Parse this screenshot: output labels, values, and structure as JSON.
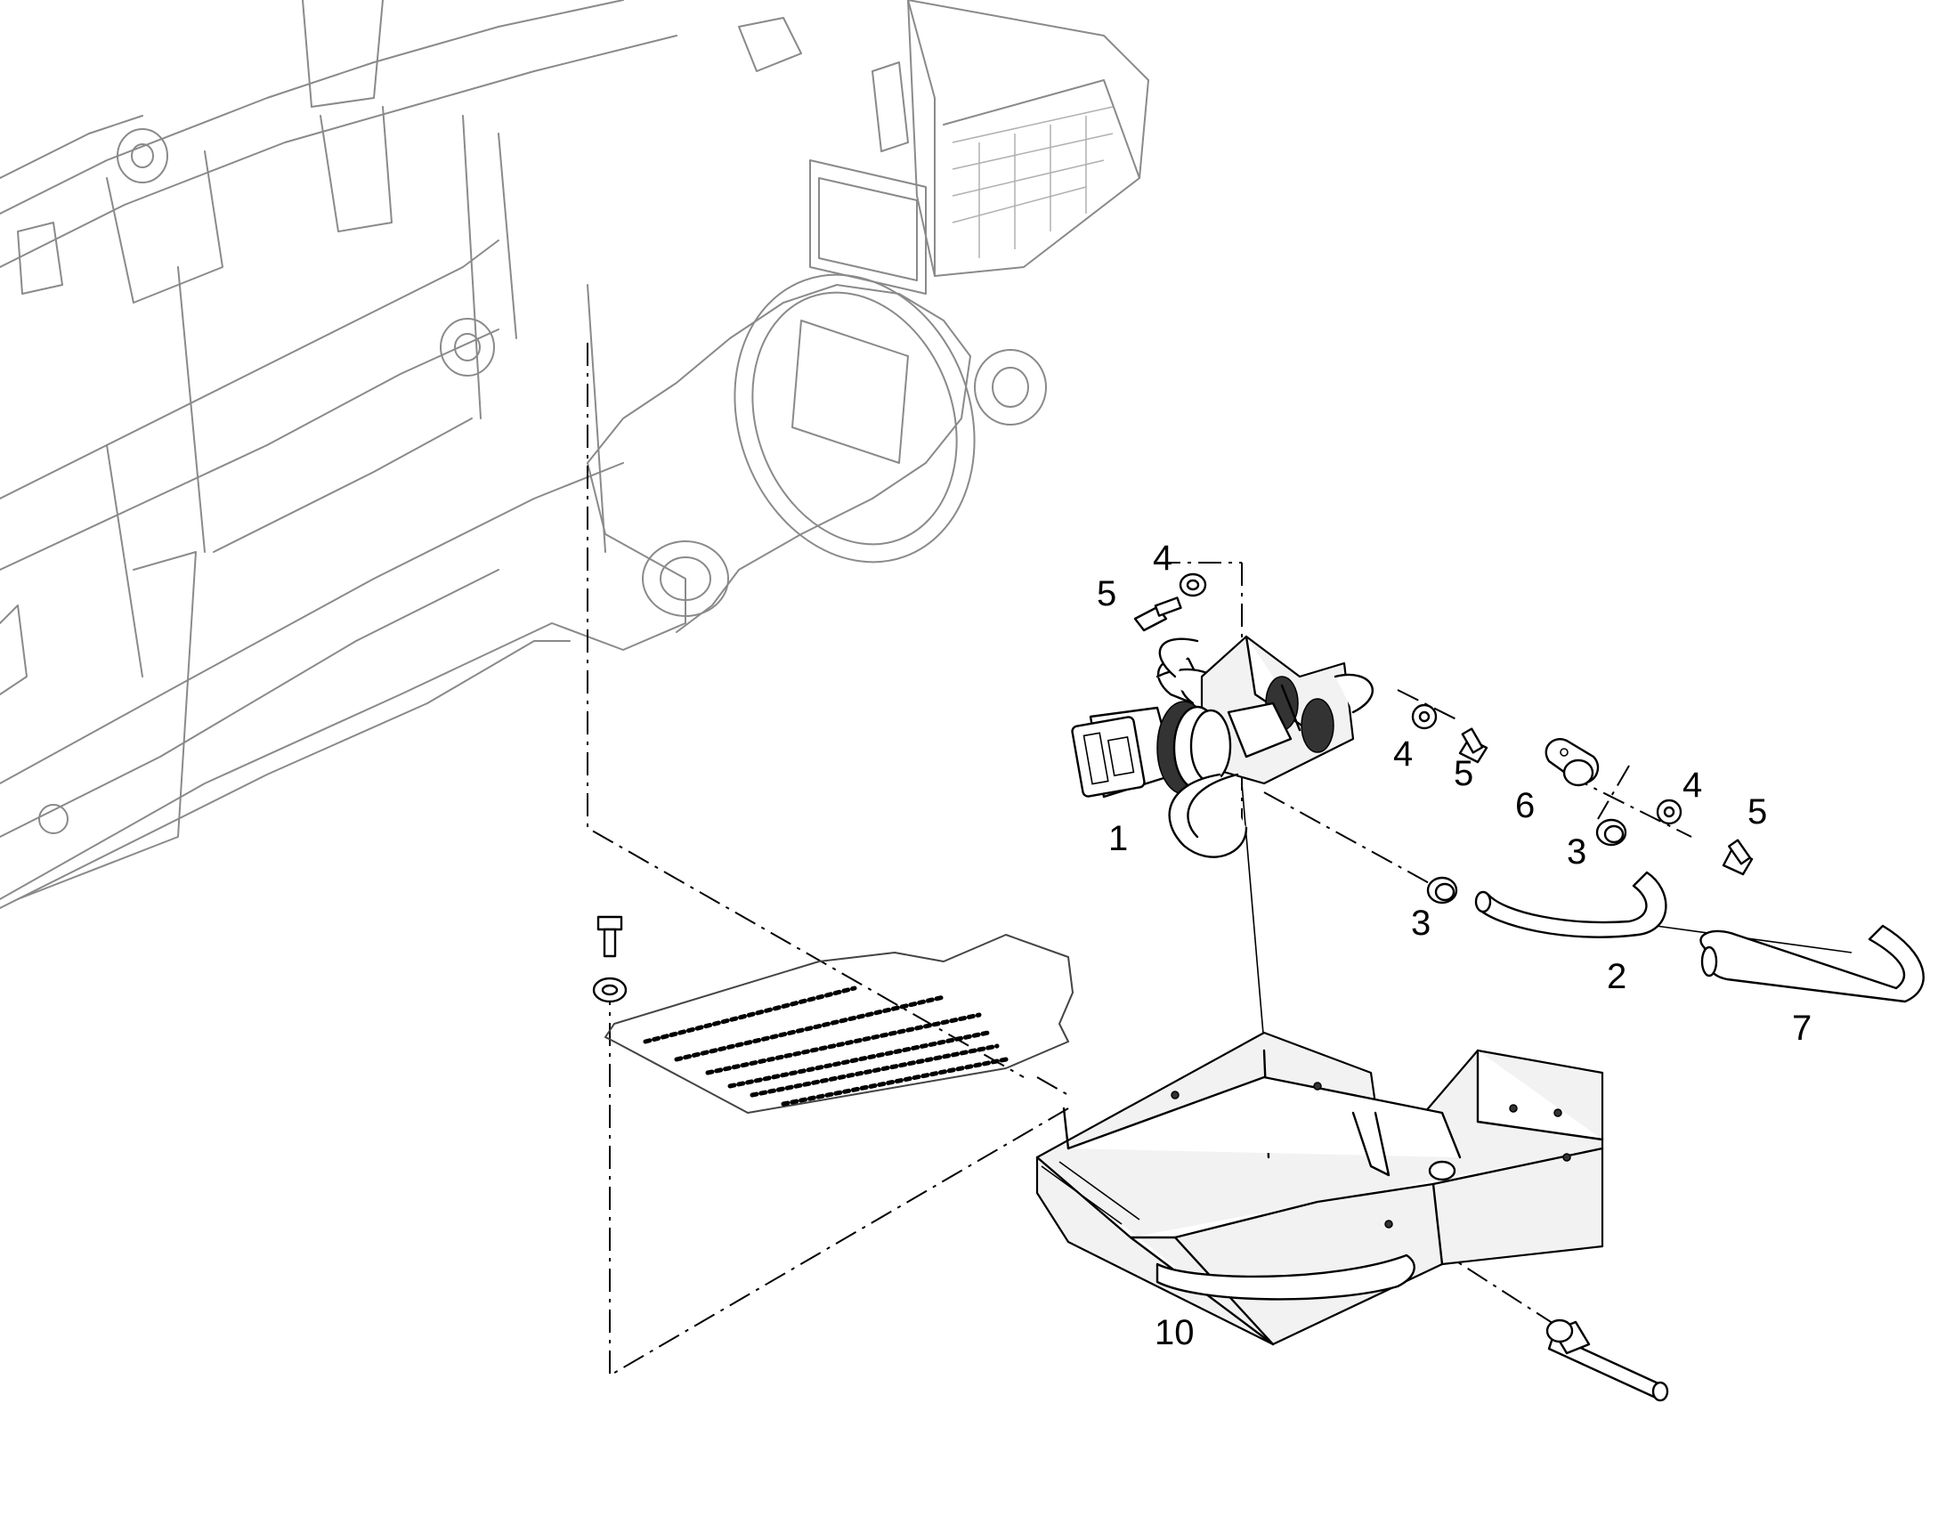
{
  "callouts": {
    "c1": "1",
    "c2": "2",
    "c3a": "3",
    "c3b": "3",
    "c4a": "4",
    "c4b": "4",
    "c4c": "4",
    "c5a": "5",
    "c5b": "5",
    "c5c": "5",
    "c6": "6",
    "c7": "7",
    "c10": "10"
  }
}
